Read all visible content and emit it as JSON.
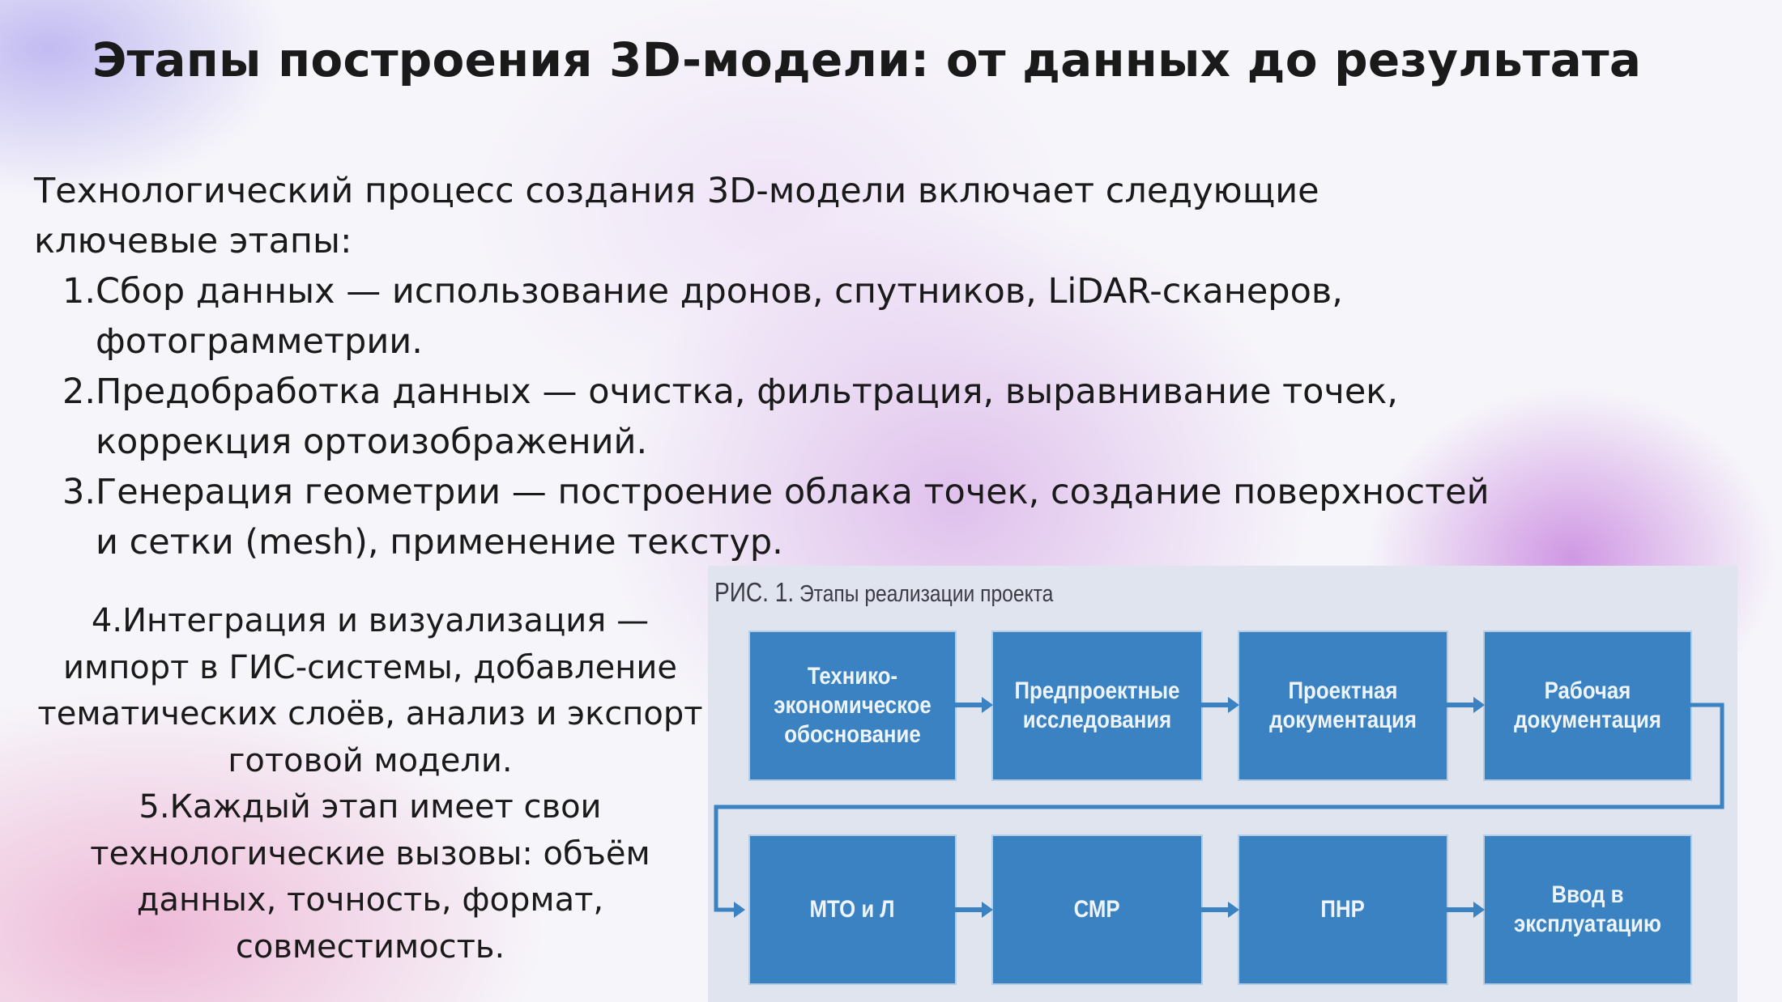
{
  "title": "Этапы построения 3D-модели: от данных до результата",
  "intro": "Технологический процесс создания 3D-модели включает следующие ключевые этапы:",
  "steps": [
    {
      "num": "1.",
      "text": "Сбор данных — использование дронов, спутников, LiDAR-сканеров, фотограмметрии."
    },
    {
      "num": "2.",
      "text": "Предобработка данных — очистка, фильтрация, выравнивание точек, коррекция ортоизображений."
    },
    {
      "num": "3.",
      "text": "Генерация геометрии — построение облака точек, создание поверхностей и сетки (mesh), применение текстур."
    }
  ],
  "side": {
    "p4": "4.Интеграция и визуализация — импорт в ГИС-системы, добавление тематических слоёв, анализ и экспорт готовой модели.",
    "p5": "5.Каждый этап имеет свои технологические вызовы: объём данных, точность, формат, совместимость."
  },
  "figure": {
    "caption_lead": "РИС. 1.",
    "caption_text": "Этапы реализации проекта",
    "box_color": "#3a82c2",
    "arrow_color": "#3a82c2",
    "row1": [
      "Технико-экономическое обоснование",
      "Предпроектные исследования",
      "Проектная документация",
      "Рабочая документация"
    ],
    "row2": [
      "МТО и Л",
      "СМР",
      "ПНР",
      "Ввод в эксплуатацию"
    ]
  }
}
